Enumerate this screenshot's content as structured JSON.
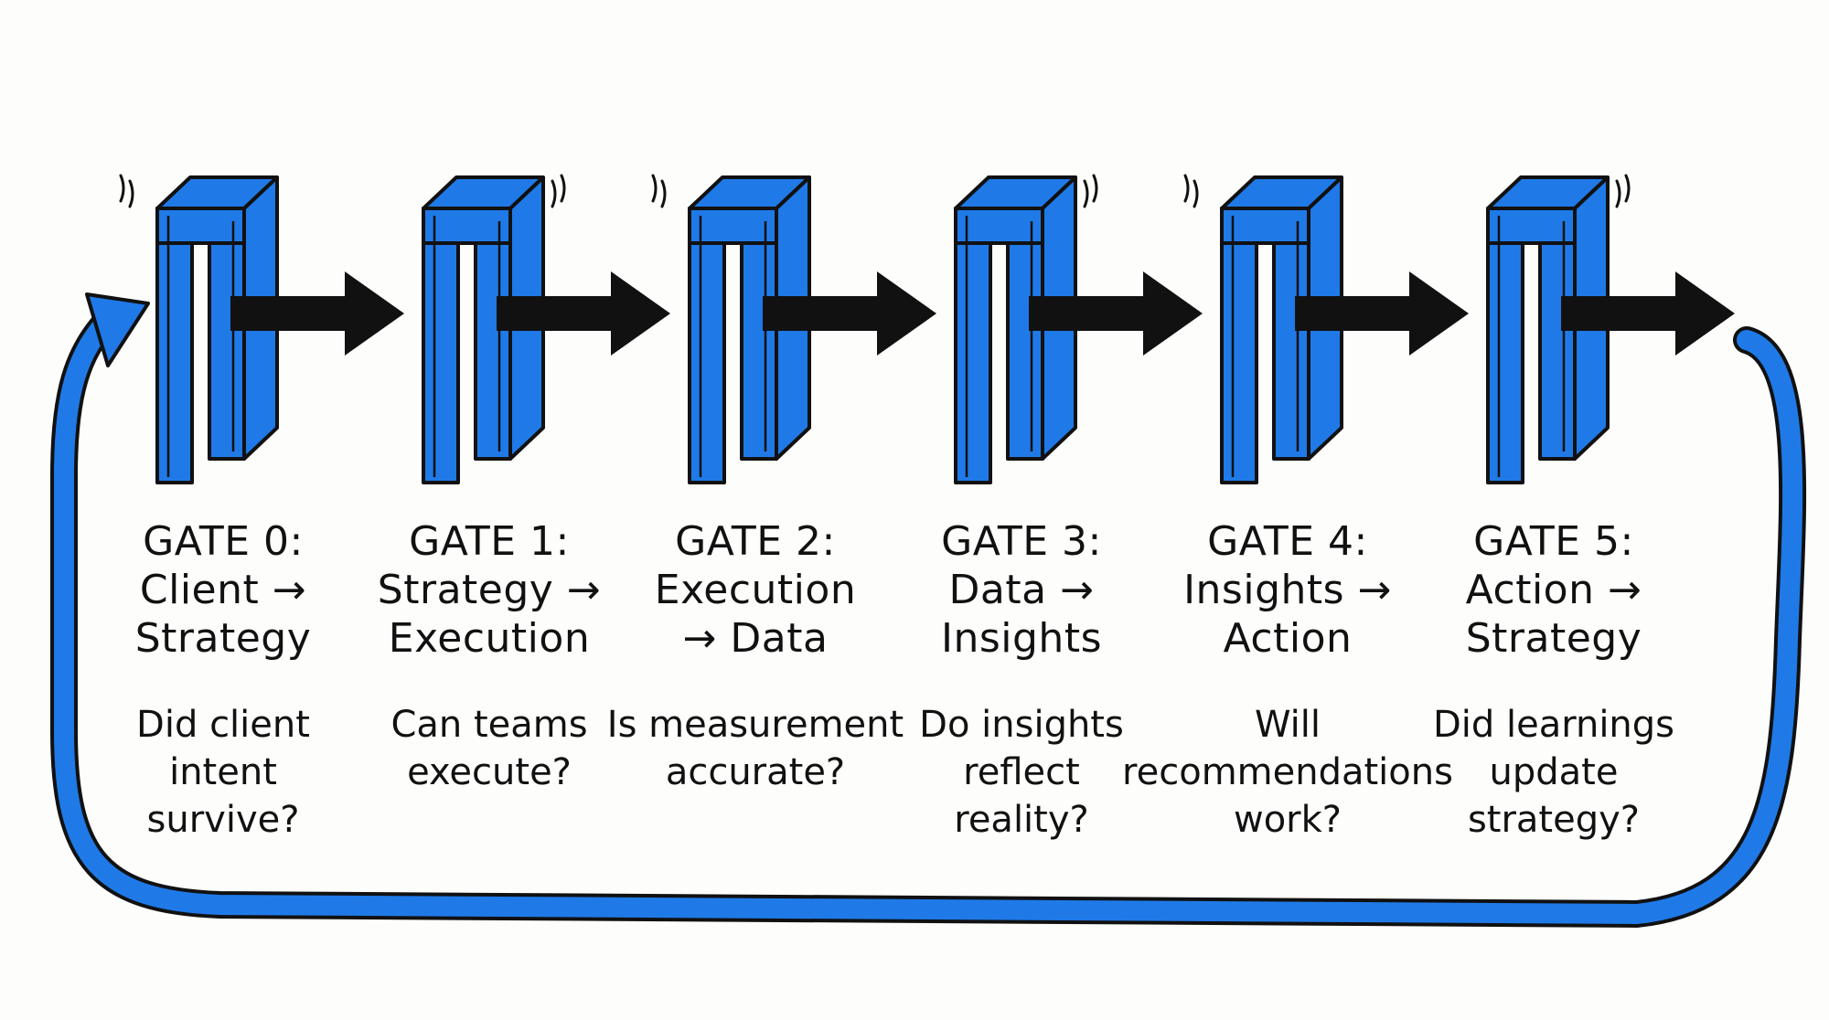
{
  "colors": {
    "gate_blue": "#1f7ae8",
    "outline": "#111111",
    "arrow": "#111111",
    "loop": "#1f7ae8",
    "background": "#fdfdfc"
  },
  "gates": [
    {
      "title_lines": [
        "GATE 0:",
        "Client →",
        "Strategy"
      ],
      "question_lines": [
        "Did client",
        "intent",
        "survive?"
      ]
    },
    {
      "title_lines": [
        "GATE 1:",
        "Strategy →",
        "Execution"
      ],
      "question_lines": [
        "Can teams",
        "execute?"
      ]
    },
    {
      "title_lines": [
        "GATE 2:",
        "Execution",
        "→ Data"
      ],
      "question_lines": [
        "Is measurement",
        "accurate?"
      ]
    },
    {
      "title_lines": [
        "GATE 3:",
        "Data →",
        "Insights"
      ],
      "question_lines": [
        "Do insights",
        "reflect",
        "reality?"
      ]
    },
    {
      "title_lines": [
        "GATE 4:",
        "Insights →",
        "Action"
      ],
      "question_lines": [
        "Will",
        "recommendations",
        "work?"
      ]
    },
    {
      "title_lines": [
        "GATE 5:",
        "Action →",
        "Strategy"
      ],
      "question_lines": [
        "Did learnings",
        "update",
        "strategy?"
      ]
    }
  ],
  "icons": {
    "gate": "gate-arch-icon",
    "flow_arrow": "right-arrow-icon",
    "feedback_loop": "loop-arrow-icon"
  }
}
